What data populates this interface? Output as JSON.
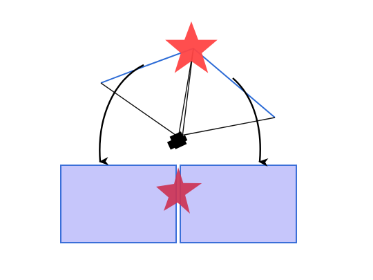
{
  "diagram": {
    "colors": {
      "background": "#ffffff",
      "star": "#ff4444",
      "star_overlap": "#cc3355",
      "box_fill": "#c6c6fb",
      "box_stroke": "#3a6fd8",
      "frustum_blue": "#2c6bd6",
      "frustum_black": "#111111",
      "arrow": "#000000",
      "camera": "#000000"
    },
    "elements": {
      "source_star": "star",
      "camera": "camera-icon",
      "left_view": "projection-plane",
      "right_view": "projection-plane",
      "left_arrow": "arrow",
      "right_arrow": "arrow"
    }
  }
}
